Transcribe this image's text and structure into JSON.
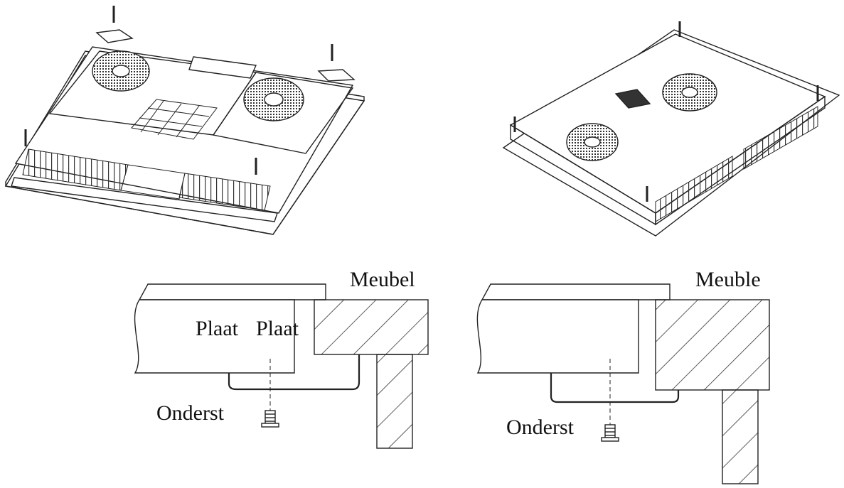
{
  "labels": {
    "left_furniture": "Meubel",
    "left_plate_1": "Plaat",
    "left_plate_2": "Plaat",
    "left_bottom": "Onderst",
    "right_furniture": "Meuble",
    "right_bottom": "Onderst"
  },
  "colors": {
    "line": "#222222",
    "background": "#ffffff"
  }
}
